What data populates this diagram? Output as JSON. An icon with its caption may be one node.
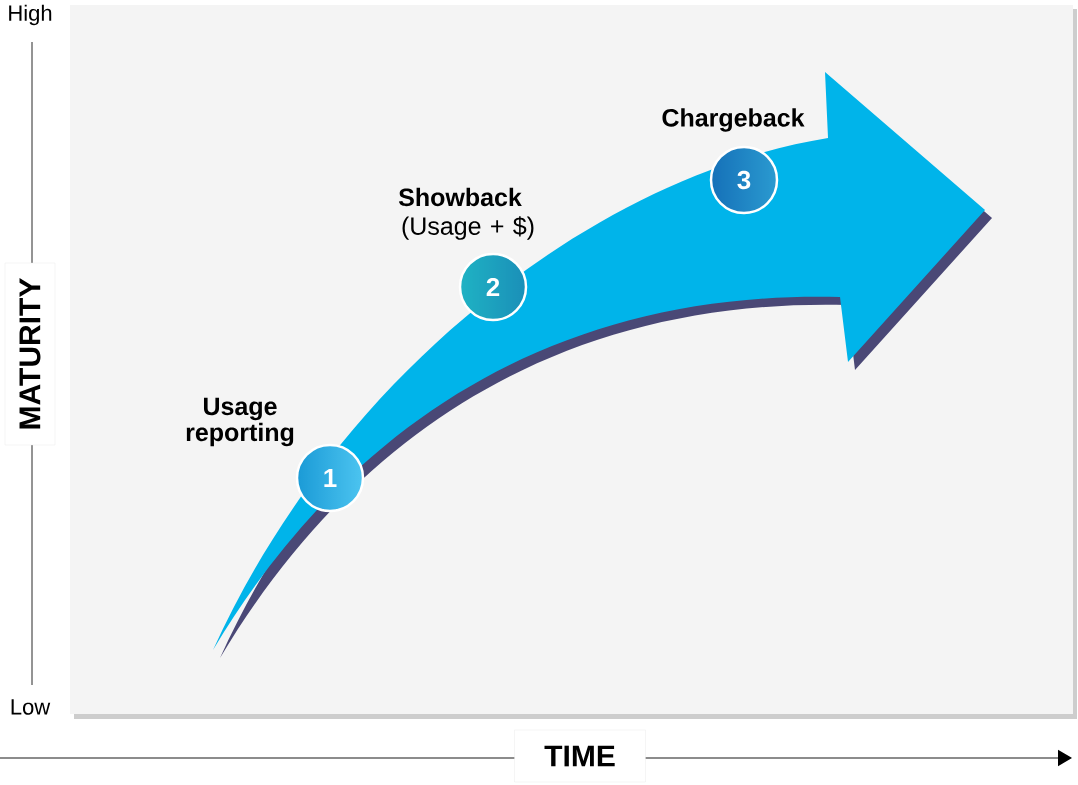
{
  "diagram": {
    "nodes": [
      {
        "text": [
          "1"
        ],
        "beside": [
          "Usage reporting"
        ]
      },
      {
        "text": [
          "2"
        ],
        "beside": [
          "Showback",
          "(Usage + $)"
        ]
      },
      {
        "text": [
          "3"
        ],
        "beside": [
          "Chargeback"
        ]
      }
    ],
    "labels": [
      "High",
      "MATURITY",
      "Low",
      "TIME"
    ]
  }
}
